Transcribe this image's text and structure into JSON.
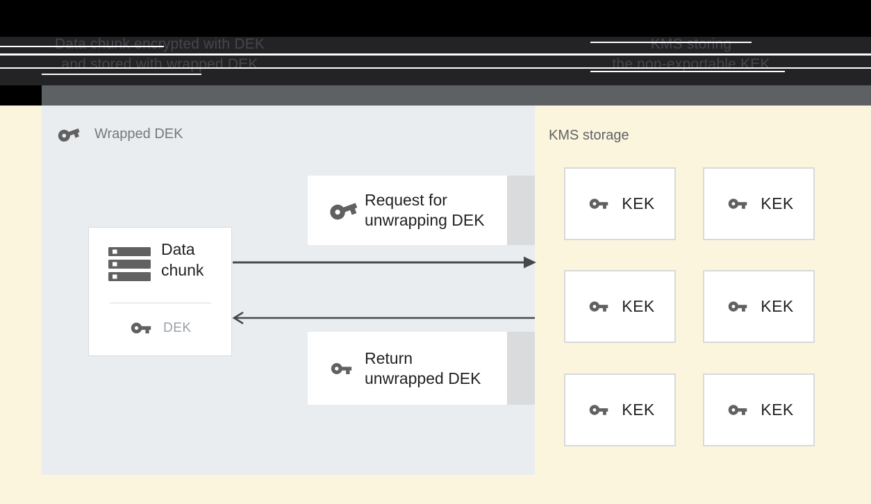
{
  "title_bar": {
    "caption_left_line1": "Data chunk encrypted with DEK",
    "caption_left_line2": "and stored with wrapped DEK",
    "caption_right_line1": "KMS storing",
    "caption_right_line2": "the non-exportable KEK"
  },
  "dek_panel": {
    "title": "Wrapped DEK",
    "data_chunk": {
      "label_line1": "Data",
      "label_line2": "chunk",
      "key_label": "DEK"
    },
    "request_box": {
      "line1": "Request for",
      "line2": "unwrapping DEK"
    },
    "return_box": {
      "line1": "Return",
      "line2": "unwrapped DEK"
    }
  },
  "kms_panel": {
    "title": "KMS storage",
    "kek_label": "KEK",
    "kek_count": 6
  },
  "icons": {
    "wrapped_key": "tilted-key-icon",
    "plain_key": "key-icon",
    "data_chunk": "server-stack-icon"
  },
  "colors": {
    "page_bg": "#FCF5DD",
    "header_black": "#000000",
    "caption_band": "#232325",
    "caption_text": "#44474C",
    "gray_strip": "#5E6164",
    "panel_bg": "#E9EDF0",
    "box_bg": "#FFFFFF",
    "box_border": "#D9DBDE",
    "tab_gray": "#D9DBDD",
    "icon_gray": "#616161",
    "text_dark": "#202124",
    "text_muted": "#9AA0A6",
    "panel_label": "#76787B",
    "kms_label": "#5F6368",
    "arrow": "#46484C"
  }
}
